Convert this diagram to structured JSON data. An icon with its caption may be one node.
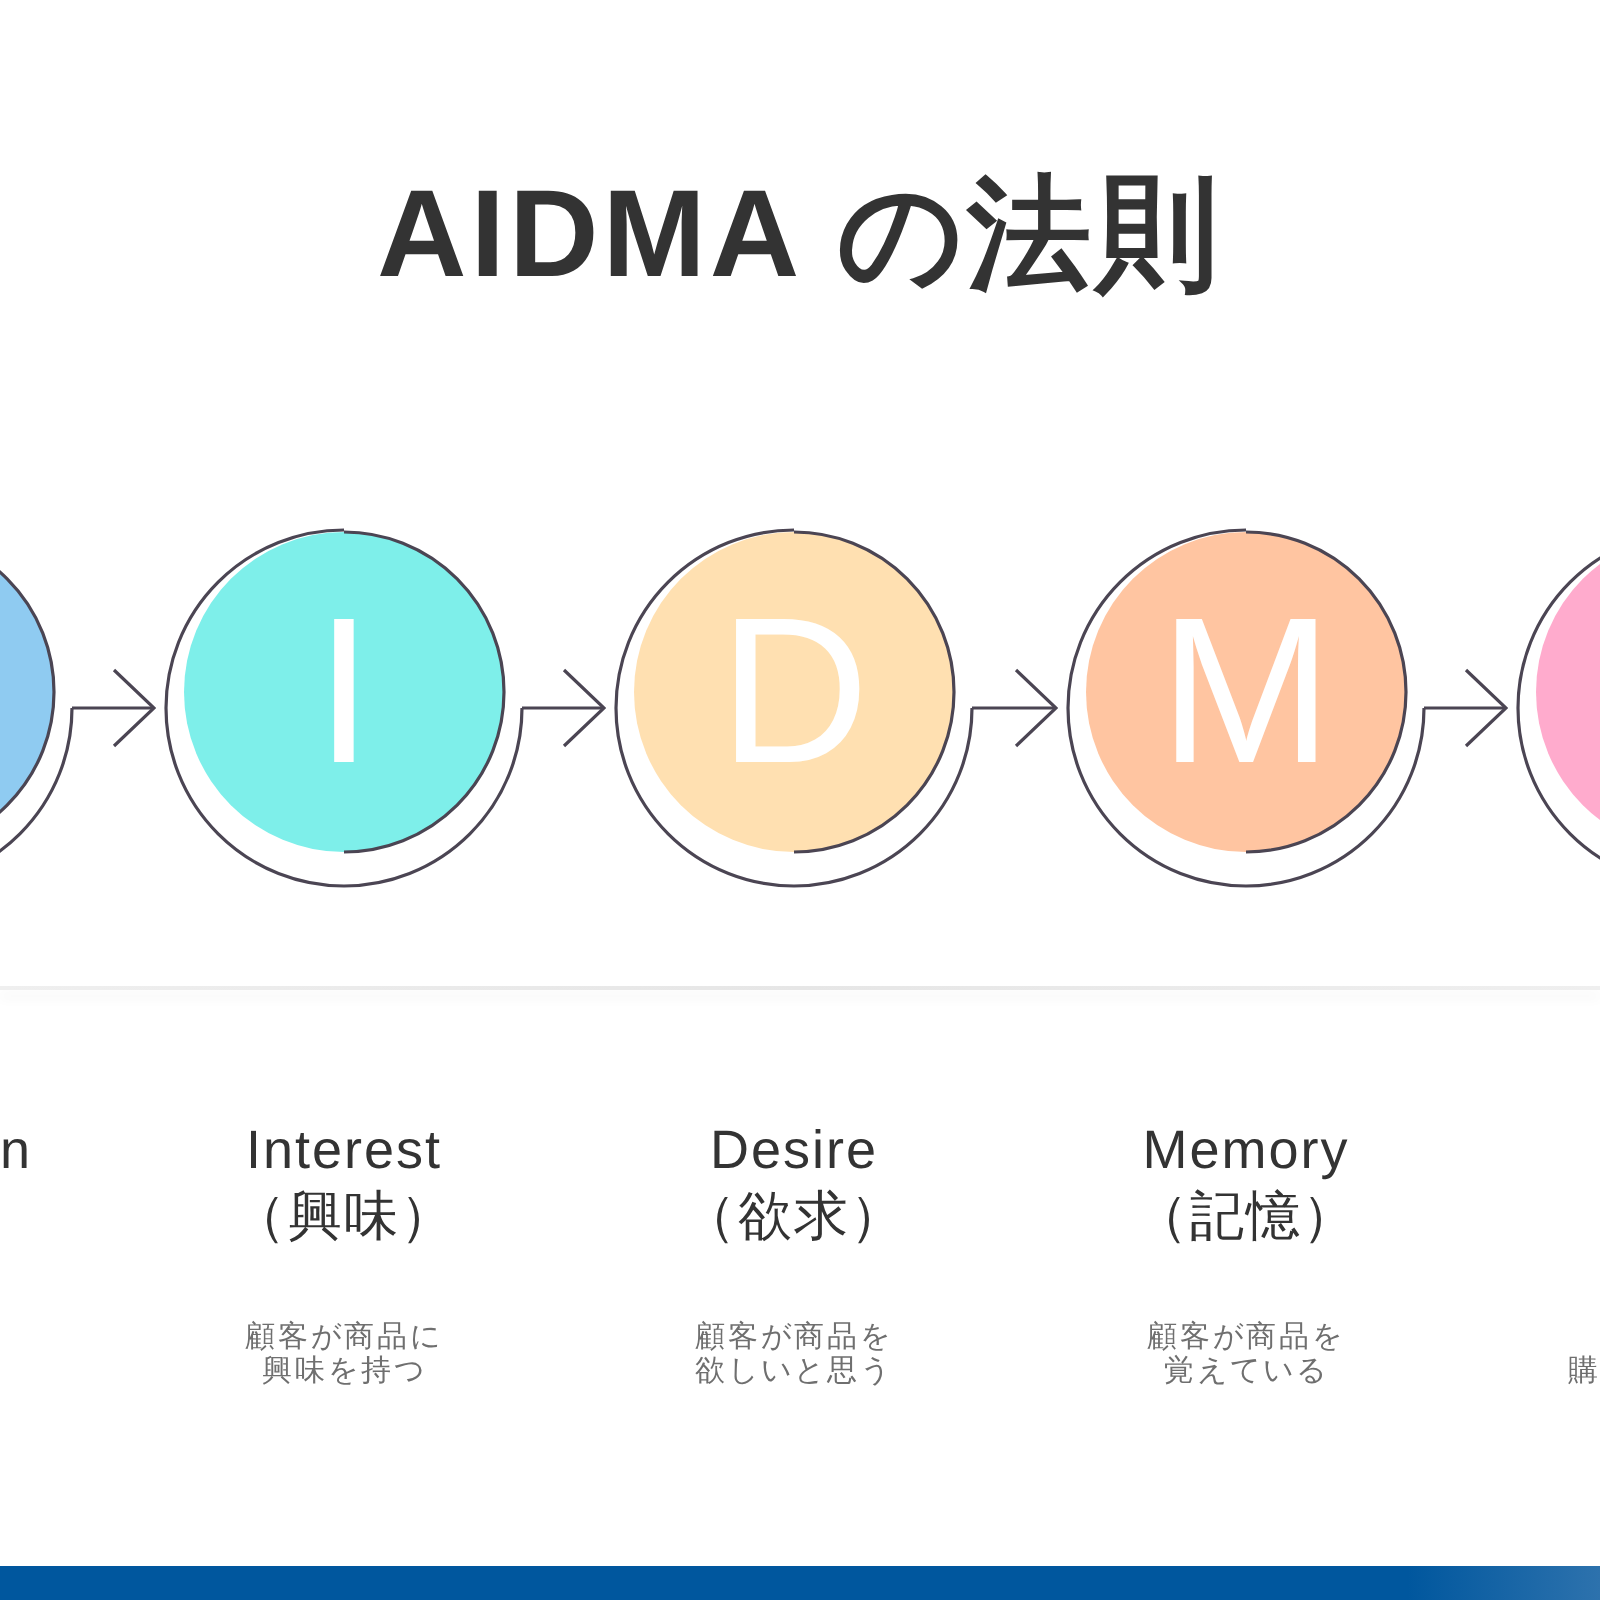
{
  "diagram": {
    "title": "AIDMA の法則",
    "nodes": [
      {
        "text": [],
        "shape": "circle"
      },
      {
        "text": [
          "I"
        ],
        "beside": [
          "Interest （興味）",
          "顧客が商品に興味を持つ"
        ]
      },
      {
        "text": [
          "D"
        ],
        "beside": [
          "Desire （欲求）",
          "顧客が商品を欲しいと思う"
        ]
      },
      {
        "text": [
          "M"
        ],
        "beside": [
          "Memory （記憶）",
          "顧客が商品を覚えている"
        ]
      },
      {
        "text": [],
        "shape": "circle"
      }
    ],
    "edges": [
      {
        "from": 0,
        "to": 1,
        "arrow": "to"
      },
      {
        "from": 1,
        "to": 2,
        "arrow": "to"
      },
      {
        "from": 2,
        "to": 3,
        "arrow": "to"
      },
      {
        "from": 3,
        "to": 4,
        "arrow": "to"
      }
    ],
    "labels": [
      "n",
      "購"
    ]
  }
}
